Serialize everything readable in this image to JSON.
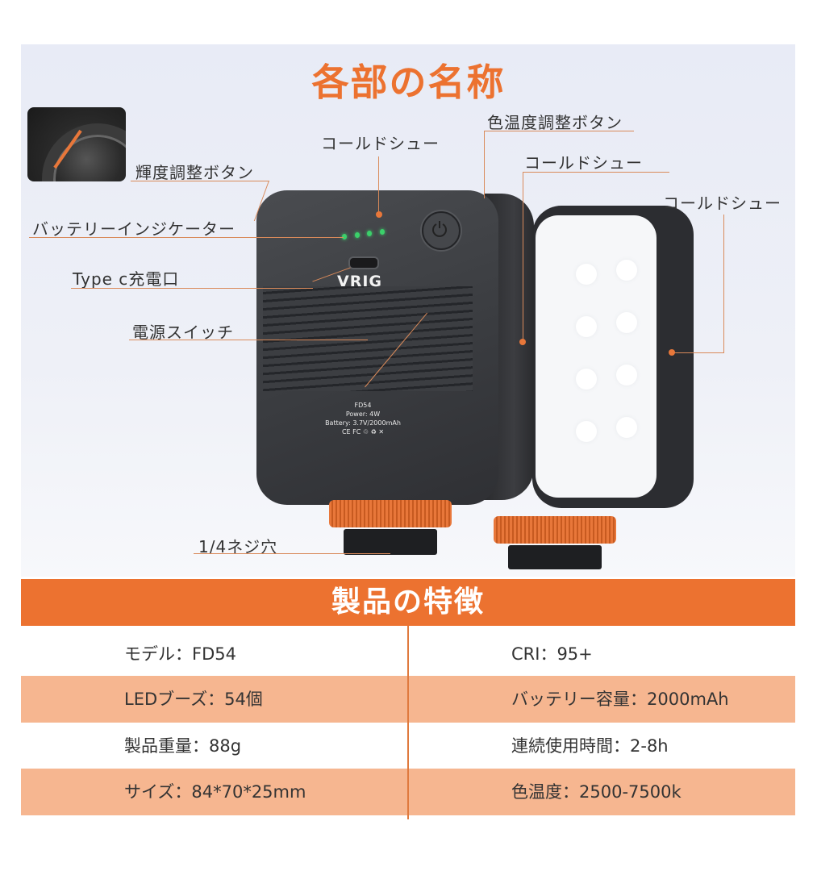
{
  "parts_section": {
    "title": "各部の名称",
    "labels": {
      "brightness_button": "輝度調整ボタン",
      "battery_indicator": "バッテリーインジケーター",
      "type_c_port": "Type c充電口",
      "power_switch": "電源スイッチ",
      "cold_shoe_top": "コールドシュー",
      "color_temp_button": "色温度調整ボタン",
      "cold_shoe_side": "コールドシュー",
      "cold_shoe_right": "コールドシュー",
      "tripod_hole": "1/4ネジ穴"
    },
    "device": {
      "brand": "VRIG",
      "model": "FD54",
      "power": "Power: 4W",
      "battery": "Battery: 3.7V/2000mAh",
      "certifications": "CE FC ♲ ♻ ✕"
    },
    "colors": {
      "accent": "#ec7230",
      "leader_line": "#d98a5a",
      "led_green": "#3bd06a"
    }
  },
  "features_section": {
    "title": "製品の特徴",
    "rows": [
      {
        "left": "モデル：FD54",
        "right": "CRI：95+"
      },
      {
        "left": "LEDブーズ：54個",
        "right": "バッテリー容量：2000mAh"
      },
      {
        "left": "製品重量：88g",
        "right": "連続使用時間：2-8h"
      },
      {
        "left": "サイズ：84*70*25mm",
        "right": "色温度：2500-7500k"
      }
    ],
    "colors": {
      "header_bg": "#ec7230",
      "alt_row_bg": "#f6b690",
      "divider": "#e07a3e"
    }
  }
}
